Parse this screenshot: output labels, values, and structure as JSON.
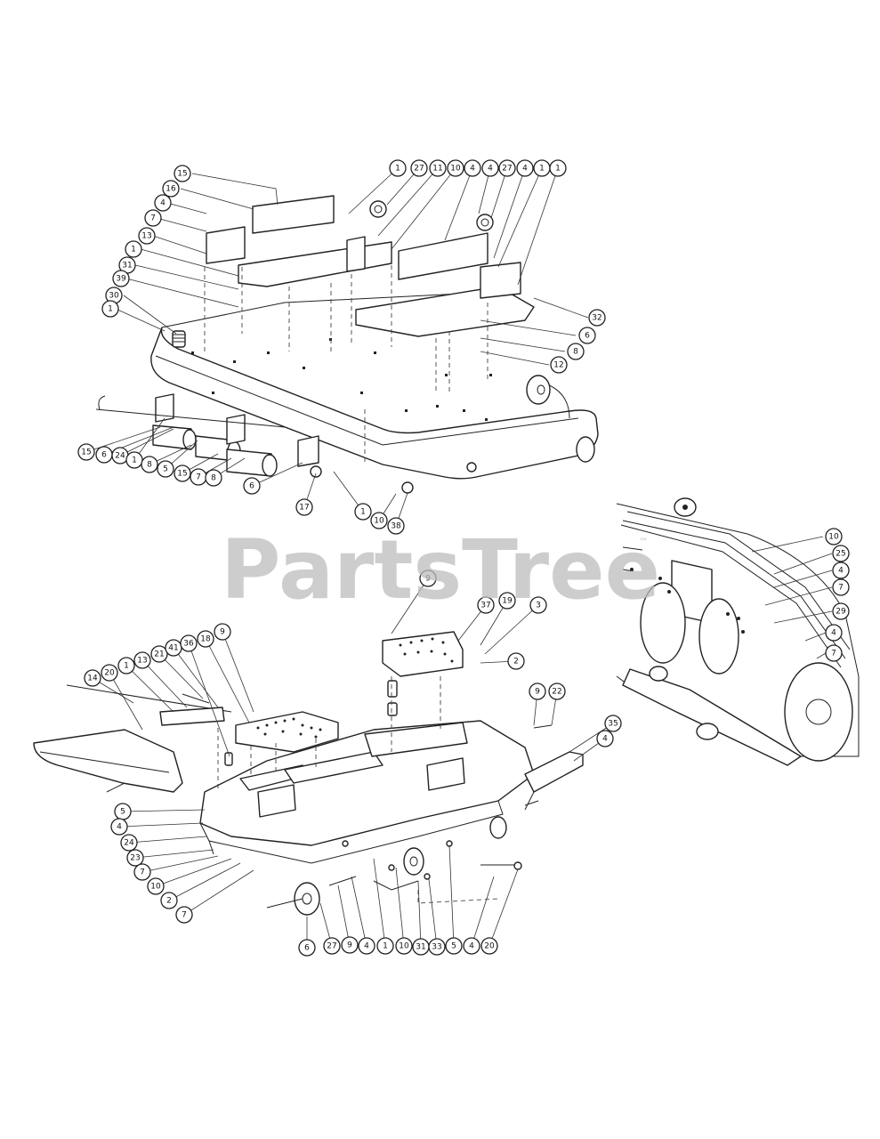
{
  "watermark": {
    "text": "PartsTree",
    "mark": "™"
  },
  "views": [
    {
      "name": "upper-deck-assembly",
      "callouts": [
        "15",
        "16",
        "4",
        "7",
        "13",
        "1",
        "31",
        "39",
        "30",
        "1",
        "1",
        "27",
        "11",
        "10",
        "4",
        "4",
        "27",
        "4",
        "1",
        "1",
        "32",
        "6",
        "8",
        "12",
        "15",
        "6",
        "24",
        "1",
        "8",
        "5",
        "15",
        "7",
        "8",
        "6",
        "17",
        "1",
        "10",
        "38"
      ]
    },
    {
      "name": "lower-deck-assembly",
      "callouts": [
        "14",
        "20",
        "1",
        "13",
        "21",
        "41",
        "36",
        "18",
        "9",
        "9",
        "37",
        "19",
        "3",
        "2",
        "9",
        "22",
        "35",
        "4",
        "5",
        "4",
        "24",
        "23",
        "7",
        "10",
        "2",
        "7",
        "6",
        "27",
        "9",
        "4",
        "1",
        "10",
        "31",
        "33",
        "5",
        "4",
        "20",
        "1"
      ]
    },
    {
      "name": "detail-inset",
      "callouts": [
        "10",
        "25",
        "4",
        "7",
        "29",
        "4",
        "7"
      ]
    }
  ]
}
